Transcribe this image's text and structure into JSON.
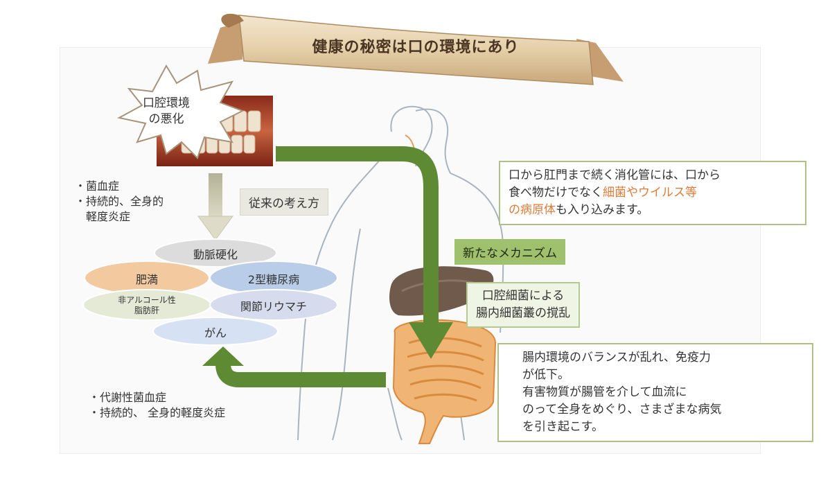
{
  "banner": {
    "title": "健康の秘密は口の環境にあり"
  },
  "burst": {
    "line1": "口腔環境",
    "line2": "の悪化"
  },
  "conventional": {
    "label": "従来の考え方",
    "notes": [
      "・菌血症",
      "・持続的、全身的",
      "　軽度炎症"
    ]
  },
  "diseases": {
    "arteriosclerosis": "動脈硬化",
    "obesity": "肥満",
    "diabetes": "2型糖尿病",
    "nafld_line1": "非アルコール性",
    "nafld_line2": "脂肪肝",
    "rheumatoid": "関節リウマチ",
    "cancer": "がん"
  },
  "new_mechanism": {
    "label": "新たなメカニズム"
  },
  "oral_bacteria": {
    "line1": "口腔細菌による",
    "line2": "腸内細菌叢の撹乱"
  },
  "digestive_info": {
    "line1": "口から肛門まで続く消化管には、口から",
    "line2_plain": "食べ物だけでなく",
    "line2_accent": "細菌やウイルス等",
    "line3_accent": "の病原体",
    "line3_plain": "も入り込みます。"
  },
  "gut_effects": {
    "bullet1_line1": "腸内環境のバランスが乱れ、免疫力",
    "bullet1_line2": "が低下。",
    "bullet2_line1": "有害物質が腸管を介して血流に",
    "bullet2_line2": "のって全身をめぐり、さまざまな病気",
    "bullet2_line3": "を引き起こす。"
  },
  "metabolic_notes": [
    "・代謝性菌血症",
    "・持続的、 全身的軽度炎症"
  ],
  "colors": {
    "green_arrow": "#5e8a33",
    "gray_arrow": "#c9c7ae",
    "accent_orange": "#e07b3a",
    "obesity": "#f3c9a0",
    "diabetes": "#b9cde8",
    "nafld": "#e4ead6",
    "rheumatoid": "#d6dced",
    "cancer": "#d6e2f3",
    "arteriosclerosis": "#dcdcdc"
  },
  "icons": {
    "burst": "speech-burst",
    "teeth": "teeth-image",
    "body": "human-body-outline",
    "liver": "liver-illustration",
    "intestines": "intestines-illustration",
    "bullet": "black-circle"
  }
}
